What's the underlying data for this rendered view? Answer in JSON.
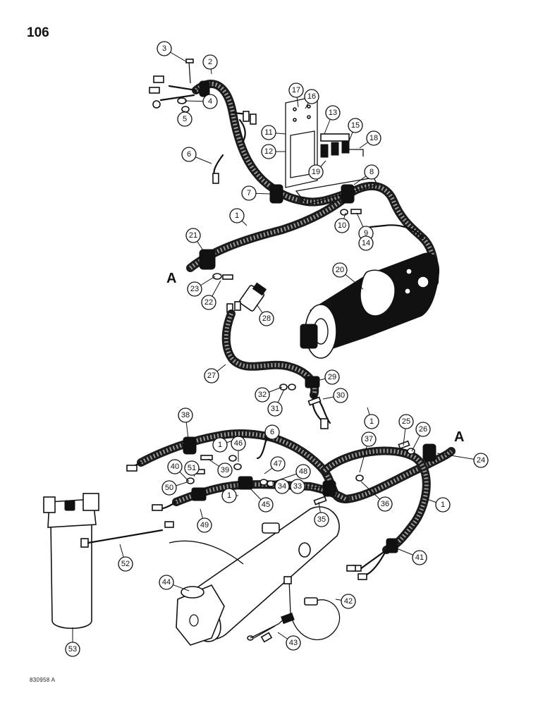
{
  "page": {
    "page_number": "106",
    "part_code": "830958 A"
  },
  "section_markers": {
    "left": "A",
    "right": "A"
  },
  "callouts": [
    "1",
    "1",
    "1",
    "1",
    "1",
    "2",
    "3",
    "4",
    "5",
    "6",
    "6",
    "7",
    "8",
    "9",
    "10",
    "11",
    "12",
    "13",
    "14",
    "15",
    "16",
    "17",
    "18",
    "19",
    "20",
    "21",
    "22",
    "23",
    "24",
    "25",
    "26",
    "27",
    "28",
    "29",
    "30",
    "31",
    "32",
    "33",
    "34",
    "35",
    "36",
    "37",
    "38",
    "39",
    "40",
    "41",
    "42",
    "43",
    "44",
    "45",
    "46",
    "47",
    "48",
    "49",
    "50",
    "51",
    "52",
    "53"
  ]
}
